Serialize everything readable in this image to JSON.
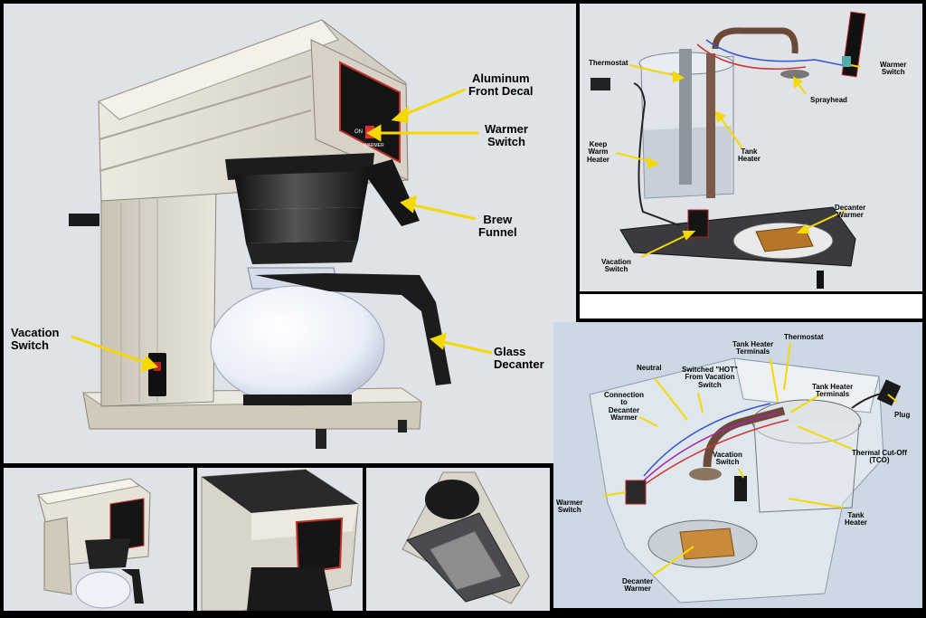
{
  "main_labels": {
    "aluminum_front_decal": [
      "Aluminum",
      "Front Decal"
    ],
    "warmer_switch": [
      "Warmer",
      "Switch"
    ],
    "brew_funnel": [
      "Brew",
      "Funnel"
    ],
    "vacation_switch": [
      "Vacation",
      "Switch"
    ],
    "glass_decanter": [
      "Glass",
      "Decanter"
    ]
  },
  "brewer_face": {
    "switch_on": "ON",
    "switch_text": "WARMER"
  },
  "top_right_labels": {
    "thermostat": "Thermostat",
    "warmer_switch": [
      "Warmer",
      "Switch"
    ],
    "sprayhead": "Sprayhead",
    "keep_warm_heater": [
      "Keep",
      "Warm",
      "Heater"
    ],
    "tank_heater": [
      "Tank",
      "Heater"
    ],
    "decanter_warmer": [
      "Decanter",
      "Warmer"
    ],
    "vacation_switch": [
      "Vacation",
      "Switch"
    ]
  },
  "bottom_right_labels": {
    "tank_heater_terminals_1": [
      "Tank Heater",
      "Terminals"
    ],
    "thermostat": "Thermostat",
    "neutral": "Neutral",
    "switched_hot": [
      "Switched \"HOT\"",
      "From Vacation",
      "Switch"
    ],
    "tank_heater_terminals_2": [
      "Tank Heater",
      "Terminals"
    ],
    "plug": "Plug",
    "connection_to_decanter_warmer": [
      "Connection",
      "to",
      "Decanter",
      "Warmer"
    ],
    "thermal_cutoff": [
      "Thermal Cut-Off",
      "(TCO)"
    ],
    "vacation_switch": [
      "Vacation",
      "Switch"
    ],
    "warmer_switch": [
      "Warmer",
      "Switch"
    ],
    "tank_heater": [
      "Tank",
      "Heater"
    ],
    "decanter_warmer": [
      "Decanter",
      "Warmer"
    ]
  },
  "colors": {
    "arrow": "#f5d800",
    "panel_bg": "#dfe2e7",
    "panel_bg_blue": "#ccd9e5",
    "decal_red": "#c0302a"
  }
}
